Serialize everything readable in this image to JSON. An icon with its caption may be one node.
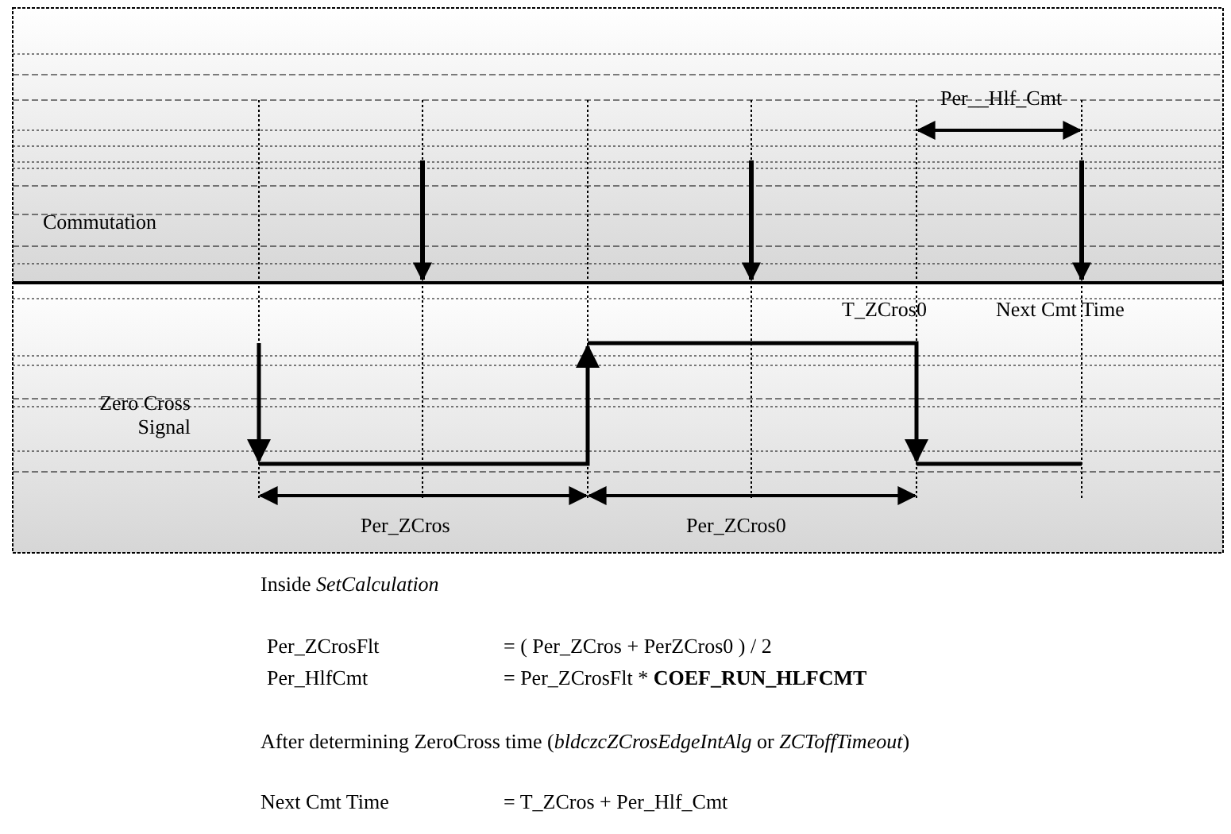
{
  "diagram": {
    "labels": [
      "Per__Hlf_Cmt",
      "Commutation",
      "T_ZCros0",
      "Next Cmt Time",
      "Zero Cross Signal",
      "Per_ZCros",
      "Per_ZCros0",
      "Inside *SetCalculation*",
      "Per_ZCrosFlt",
      "= ( Per_ZCros + PerZCros0 ) / 2",
      "Per_HlfCmt",
      "= Per_ZCrosFlt * **COEF_RUN_HLFCMT**",
      "After determining ZeroCross time (*bldczcZCrosEdgeIntAlg* or *ZCToffTimeout*)",
      "Next Cmt Time",
      "= T_ZCros + Per_Hlf_Cmt"
    ]
  }
}
